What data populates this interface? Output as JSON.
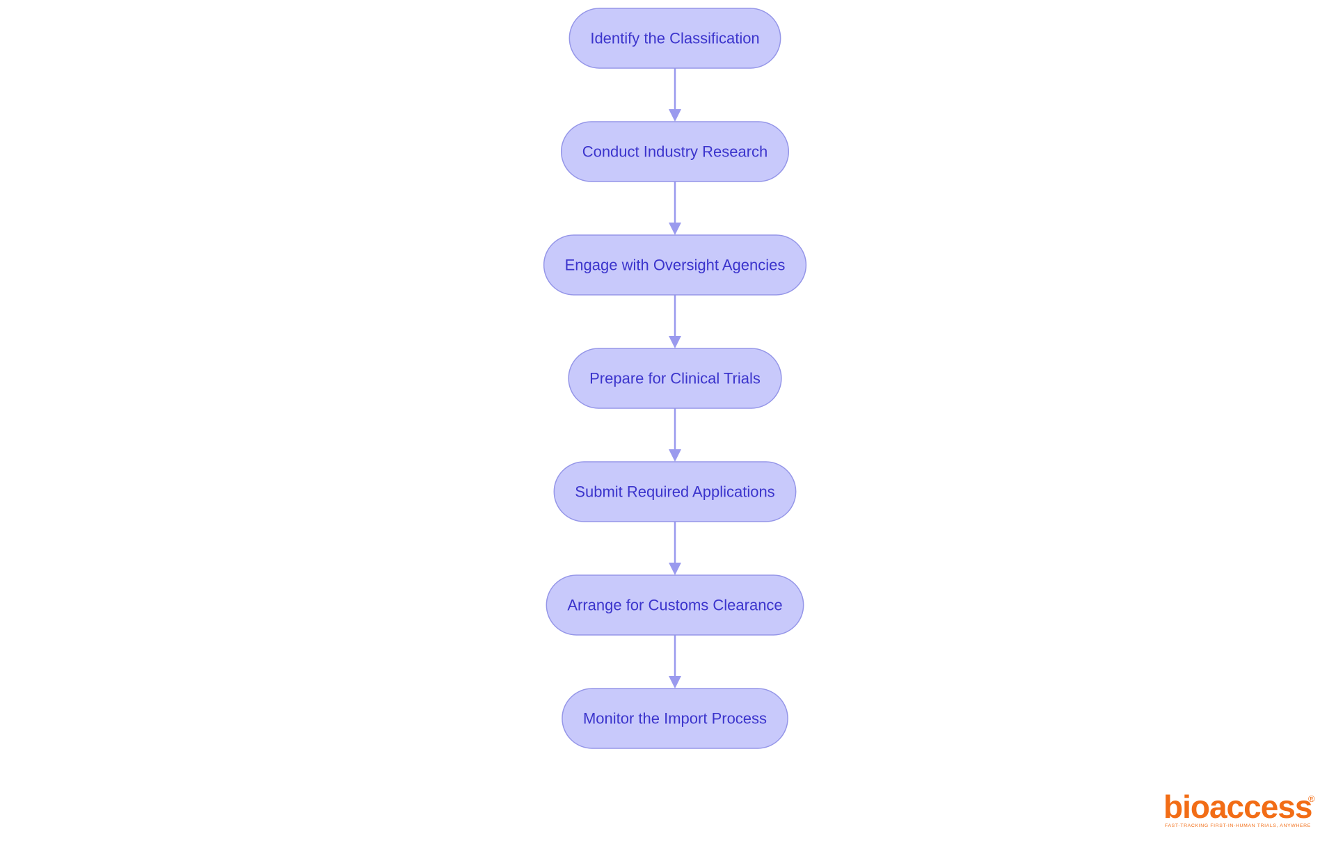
{
  "diagram": {
    "type": "flowchart",
    "direction": "top-to-bottom",
    "colors": {
      "node_fill": "#c8c9fb",
      "node_stroke": "#9596e8",
      "node_text": "#3b34cc",
      "edge": "#9a9aee"
    },
    "nodes": [
      {
        "id": "n1",
        "label": "Identify the Classification"
      },
      {
        "id": "n2",
        "label": "Conduct Industry Research"
      },
      {
        "id": "n3",
        "label": "Engage with Oversight Agencies"
      },
      {
        "id": "n4",
        "label": "Prepare for Clinical Trials"
      },
      {
        "id": "n5",
        "label": "Submit Required Applications"
      },
      {
        "id": "n6",
        "label": "Arrange for Customs Clearance"
      },
      {
        "id": "n7",
        "label": "Monitor the Import Process"
      }
    ],
    "edges": [
      {
        "from": "n1",
        "to": "n2"
      },
      {
        "from": "n2",
        "to": "n3"
      },
      {
        "from": "n3",
        "to": "n4"
      },
      {
        "from": "n4",
        "to": "n5"
      },
      {
        "from": "n5",
        "to": "n6"
      },
      {
        "from": "n6",
        "to": "n7"
      }
    ]
  },
  "logo": {
    "wordmark": "bioaccess",
    "registered_mark": "®",
    "tagline": "FAST-TRACKING FIRST-IN-HUMAN TRIALS, ANYWHERE",
    "color": "#f26d16"
  }
}
